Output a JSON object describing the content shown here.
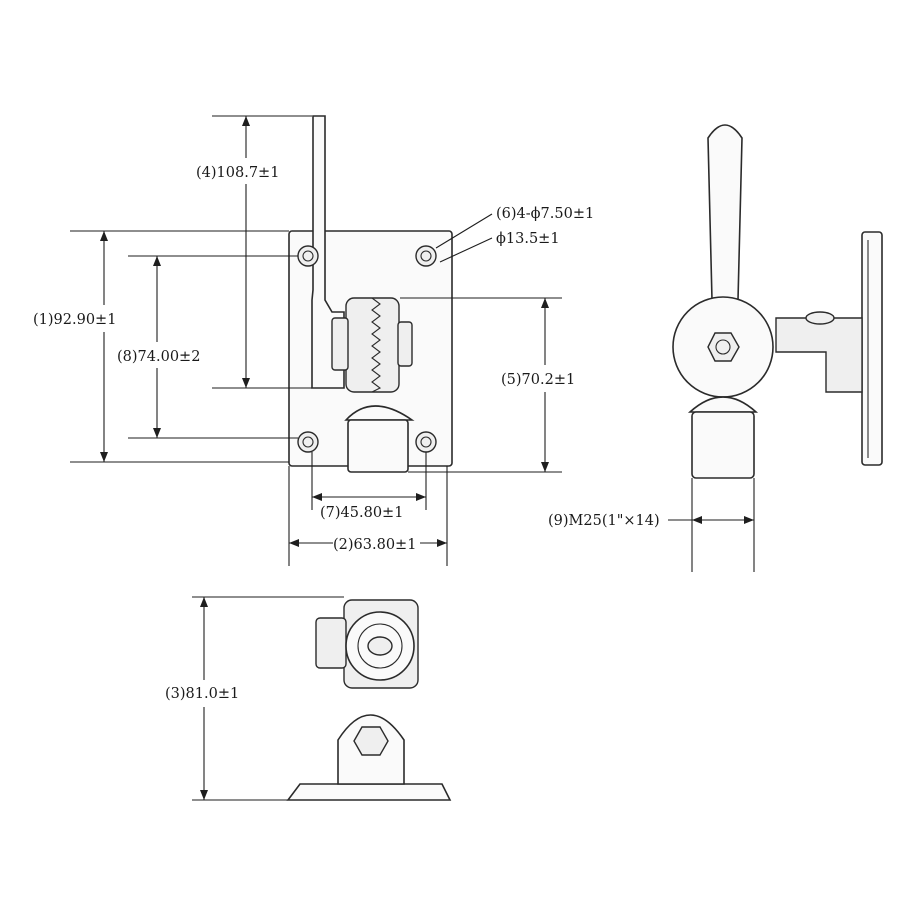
{
  "dimensions": {
    "d1": "(1)92.90±1",
    "d2": "(2)63.80±1",
    "d3": "(3)81.0±1",
    "d4": "(4)108.7±1",
    "d5": "(5)70.2±1",
    "d6a": "(6)4-ϕ7.50±1",
    "d6b": "ϕ13.5±1",
    "d7": "(7)45.80±1",
    "d8": "(8)74.00±2",
    "d9": "(9)M25(1\"×14)"
  },
  "colors": {
    "line": "#2b2b2b",
    "fill": "#fafafa"
  }
}
